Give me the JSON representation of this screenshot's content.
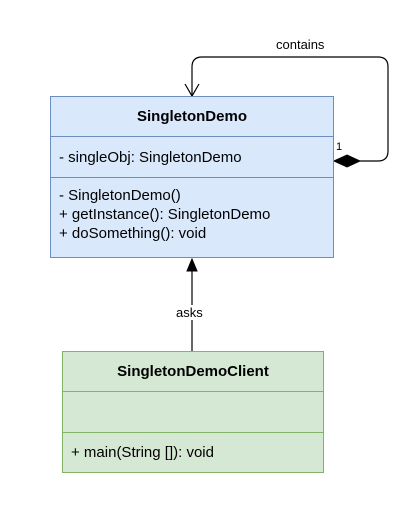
{
  "diagram": {
    "classes": [
      {
        "id": "singleton-demo",
        "name": "SingletonDemo",
        "attributes": [
          "- singleObj: SingletonDemo"
        ],
        "methods": [
          "- SingletonDemo()",
          "+ getInstance(): SingletonDemo",
          "+ doSomething(): void"
        ],
        "fill": "#dae8fc",
        "stroke": "#6c8ebf"
      },
      {
        "id": "singleton-demo-client",
        "name": "SingletonDemoClient",
        "attributes": [],
        "methods": [
          "+ main(String []): void"
        ],
        "fill": "#d5e8d4",
        "stroke": "#82b366"
      }
    ],
    "relationships": [
      {
        "type": "composition",
        "from": "SingletonDemo",
        "to": "SingletonDemo",
        "label": "contains",
        "multiplicity": "1"
      },
      {
        "type": "dependency",
        "from": "SingletonDemoClient",
        "to": "SingletonDemo",
        "label": "asks"
      }
    ]
  }
}
